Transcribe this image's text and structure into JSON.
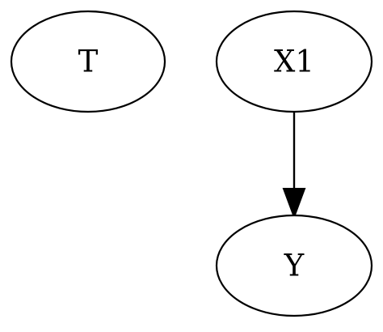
{
  "nodes": {
    "t": {
      "label": "T"
    },
    "x1": {
      "label": "X1"
    },
    "y": {
      "label": "Y"
    }
  },
  "edges": [
    {
      "from": "X1",
      "to": "Y",
      "directed": true
    }
  ]
}
